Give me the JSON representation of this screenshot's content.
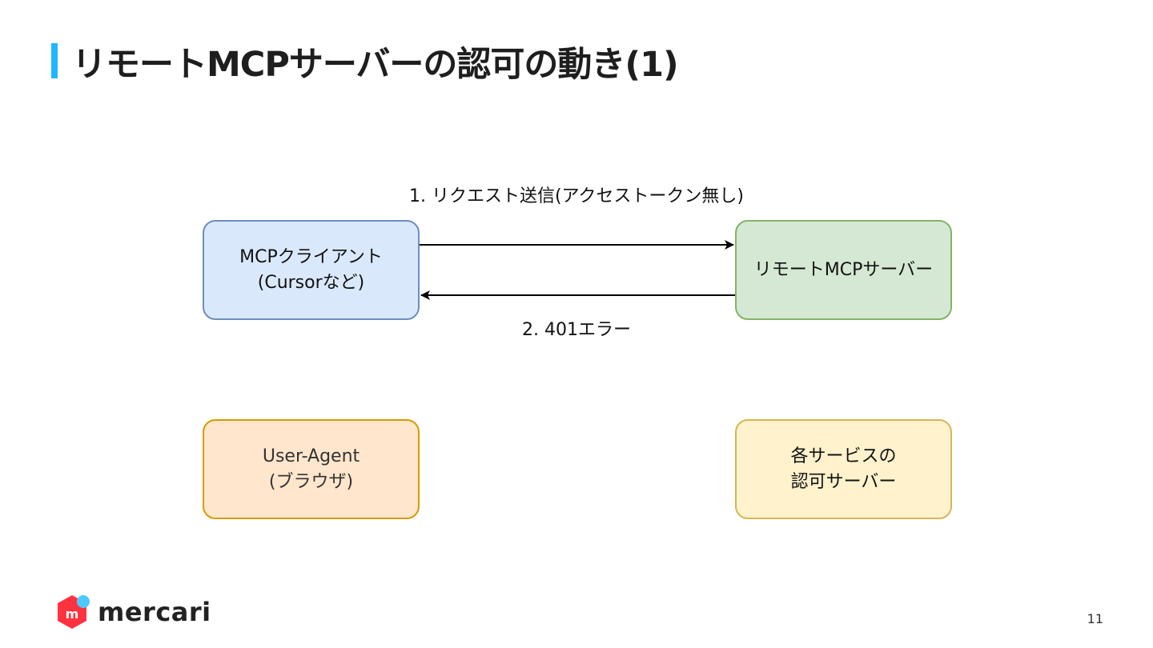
{
  "slide": {
    "title": "リモートMCPサーバーの認可の動き(1)",
    "accent_color": "#1fb6ff",
    "page_number": "11"
  },
  "diagram": {
    "nodes": {
      "client": {
        "line1": "MCPクライアント",
        "line2": "(Cursorなど)",
        "fill": "#dae8fc",
        "stroke": "#6c8ebf"
      },
      "server": {
        "line1": "リモートMCPサーバー",
        "fill": "#d5e8d4",
        "stroke": "#82b366"
      },
      "agent": {
        "line1": "User-Agent",
        "line2": "(ブラウザ)",
        "fill": "#ffe6cc",
        "stroke": "#d79b00"
      },
      "auth": {
        "line1": "各サービスの",
        "line2": "認可サーバー",
        "fill": "#fff2cc",
        "stroke": "#d6b656"
      }
    },
    "edges": [
      {
        "from": "client",
        "to": "server",
        "label": "1. リクエスト送信(アクセストークン無し)"
      },
      {
        "from": "server",
        "to": "client",
        "label": "2. 401エラー"
      }
    ]
  },
  "footer": {
    "logo_text": "mercari",
    "logo_icon": "mercari-logo-icon"
  }
}
